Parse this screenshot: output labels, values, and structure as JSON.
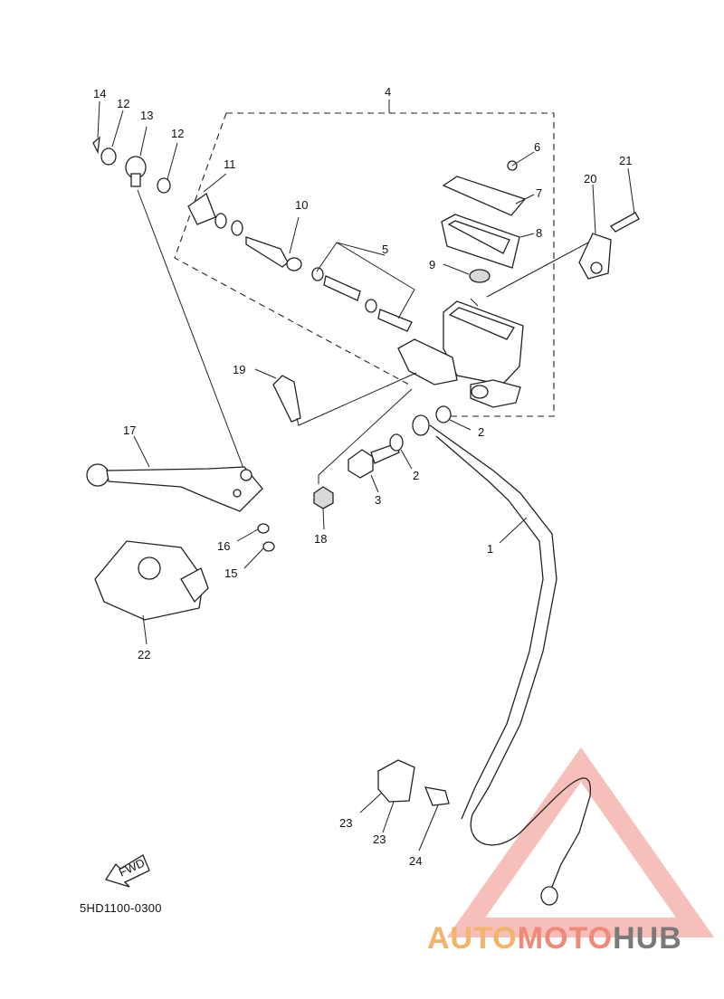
{
  "diagram": {
    "part_code": "5HD1100-0300",
    "fwd_label": "FWD",
    "callouts": [
      "1",
      "2",
      "2",
      "3",
      "4",
      "5",
      "6",
      "7",
      "8",
      "9",
      "10",
      "11",
      "12",
      "12",
      "13",
      "14",
      "15",
      "16",
      "17",
      "18",
      "19",
      "20",
      "21",
      "22",
      "23",
      "23",
      "24"
    ]
  },
  "watermark": {
    "part1": "AUTO",
    "part2": "MOTO",
    "part3": "HUB",
    "colors": {
      "auto": "#f2b46a",
      "moto": "#ee8a77",
      "hub": "#7a7a7a",
      "triangle": "#f08a80"
    }
  }
}
